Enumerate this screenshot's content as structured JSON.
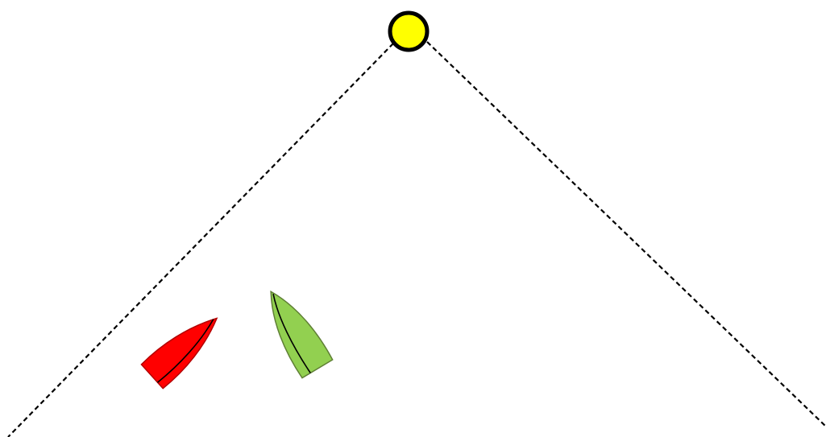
{
  "diagram": {
    "elements": [
      {
        "kind": "windward-mark",
        "color": "#ffff00",
        "outline": "#000000"
      },
      {
        "kind": "port-layline",
        "style": "dashed",
        "color": "#000000"
      },
      {
        "kind": "starboard-layline",
        "style": "dashed",
        "color": "#000000"
      },
      {
        "kind": "red-boat",
        "hull": "#ff0000",
        "outline": "#b30000"
      },
      {
        "kind": "green-boat",
        "hull": "#92d050",
        "outline": "#5f7f35"
      }
    ]
  }
}
